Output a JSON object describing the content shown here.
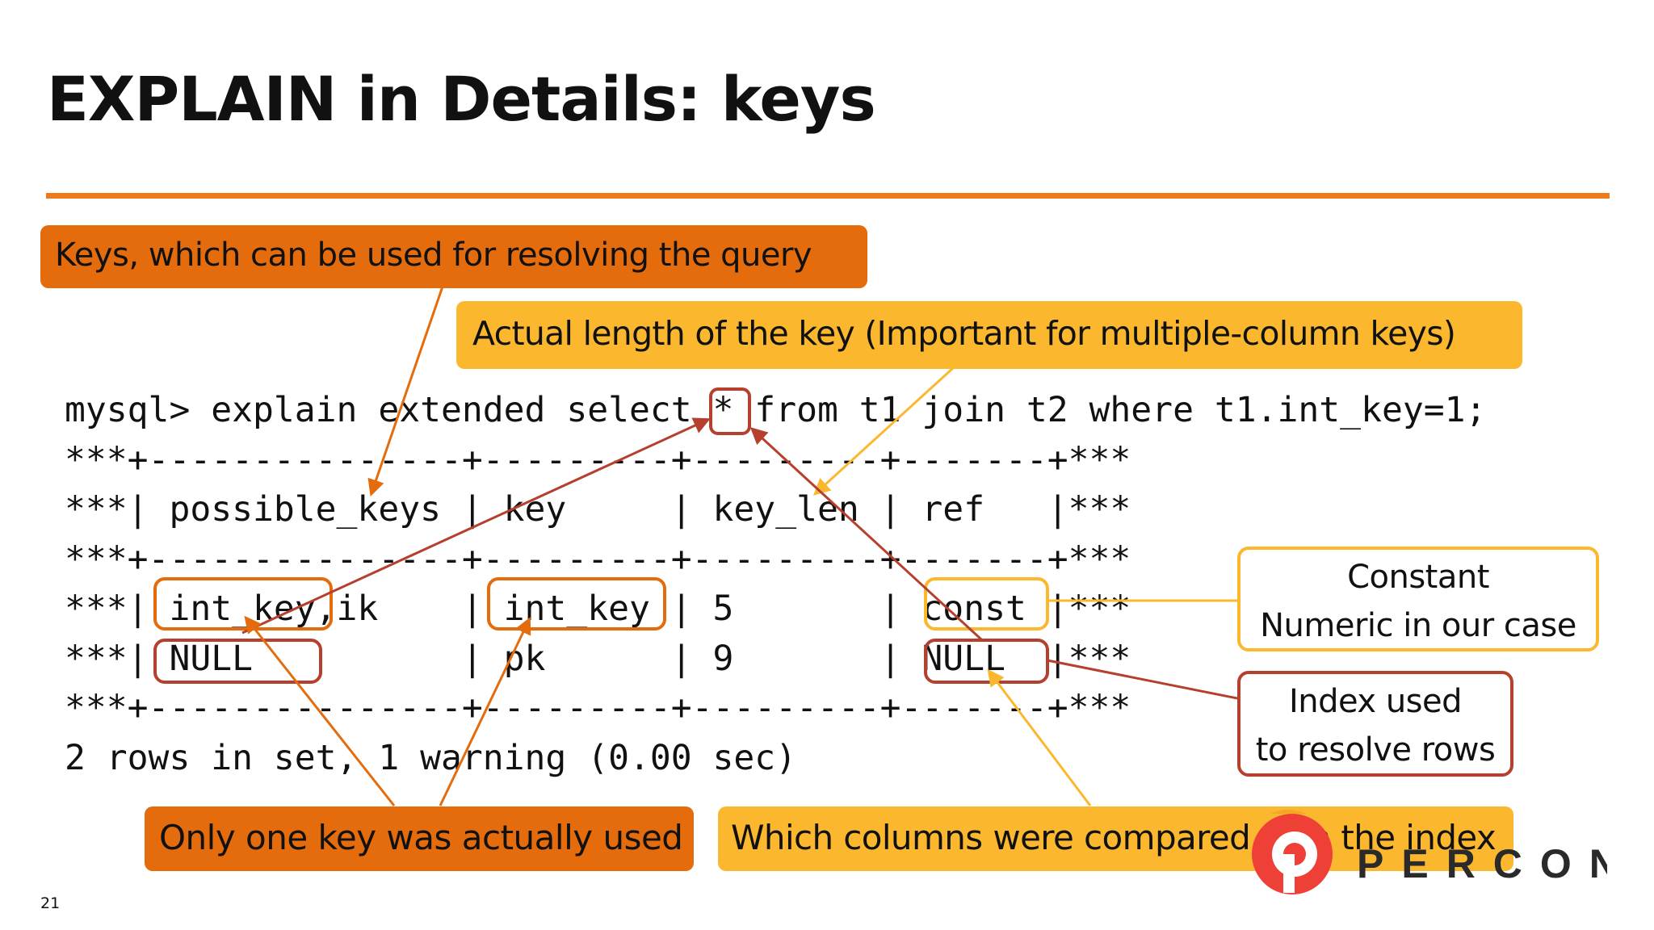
{
  "slide": {
    "title": "EXPLAIN in Details: keys",
    "page_number": "21"
  },
  "callouts": {
    "possible_keys": "Keys, which can be used for resolving the query",
    "key_len": "Actual length of the key (Important for multiple-column keys)",
    "key": "Only one key was actually used",
    "ref": "Which columns were compared with the index",
    "const_line1": "Constant",
    "const_line2": "Numeric in our case",
    "index_line1": "Index used",
    "index_line2": "to resolve rows"
  },
  "code": {
    "lines": [
      "mysql> explain extended select * from t1 join t2 where t1.int_key=1;",
      "***+---------------+---------+---------+-------+***",
      "***| possible_keys | key     | key_len | ref   |***",
      "***+---------------+---------+---------+-------+***",
      "***| int_key,ik    | int_key | 5       | const |***",
      "***| NULL          | pk      | 9       | NULL  |***",
      "***+---------------+---------+---------+-------+***",
      "2 rows in set, 1 warning (0.00 sec)"
    ]
  },
  "logo": {
    "text": "PERCONA",
    "icon": "percona-logo-icon"
  },
  "colors": {
    "accent_orange": "#e46c0c",
    "accent_yellow": "#fbb82e",
    "accent_red": "#b5402e",
    "rule": "#f07a1a"
  }
}
